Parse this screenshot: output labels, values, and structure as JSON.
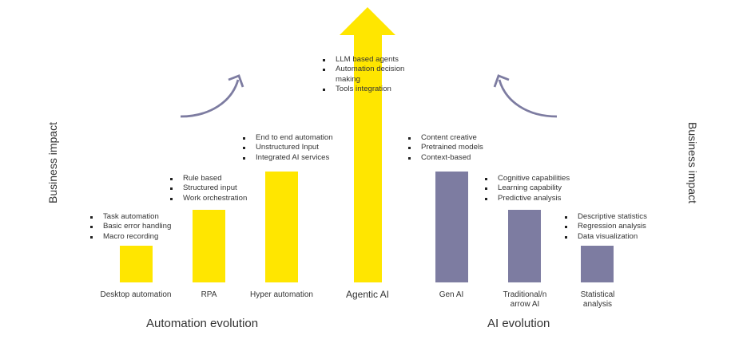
{
  "axis": {
    "left_label": "Business impact",
    "right_label": "Business impact"
  },
  "groups": {
    "automation_title": "Automation evolution",
    "ai_title": "AI evolution"
  },
  "bars": [
    {
      "label": "Desktop automation",
      "bullets": [
        "Task automation",
        "Basic error handling",
        "Macro recording"
      ]
    },
    {
      "label": "RPA",
      "bullets": [
        "Rule based",
        "Structured input",
        "Work orchestration"
      ]
    },
    {
      "label": "Hyper automation",
      "bullets": [
        "End to end automation",
        "Unstructured Input",
        "Integrated AI services"
      ]
    },
    {
      "label": "Agentic AI",
      "bullets": [
        "LLM based agents",
        "Automation decision making",
        "Tools integration"
      ]
    },
    {
      "label": "Gen AI",
      "bullets": [
        "Content creative",
        "Pretrained models",
        "Context-based"
      ]
    },
    {
      "label": "Traditional/narrow AI",
      "bullets": [
        "Cognitive capabilities",
        "Learning capability",
        "Predictive analysis"
      ]
    },
    {
      "label": "Statistical analysis",
      "bullets": [
        "Descriptive statistics",
        "Regression analysis",
        "Data visualization"
      ]
    }
  ],
  "colors": {
    "automation": "#ffe600",
    "ai": "#7d7ca1",
    "arrow_curve": "#7d7ca1"
  }
}
